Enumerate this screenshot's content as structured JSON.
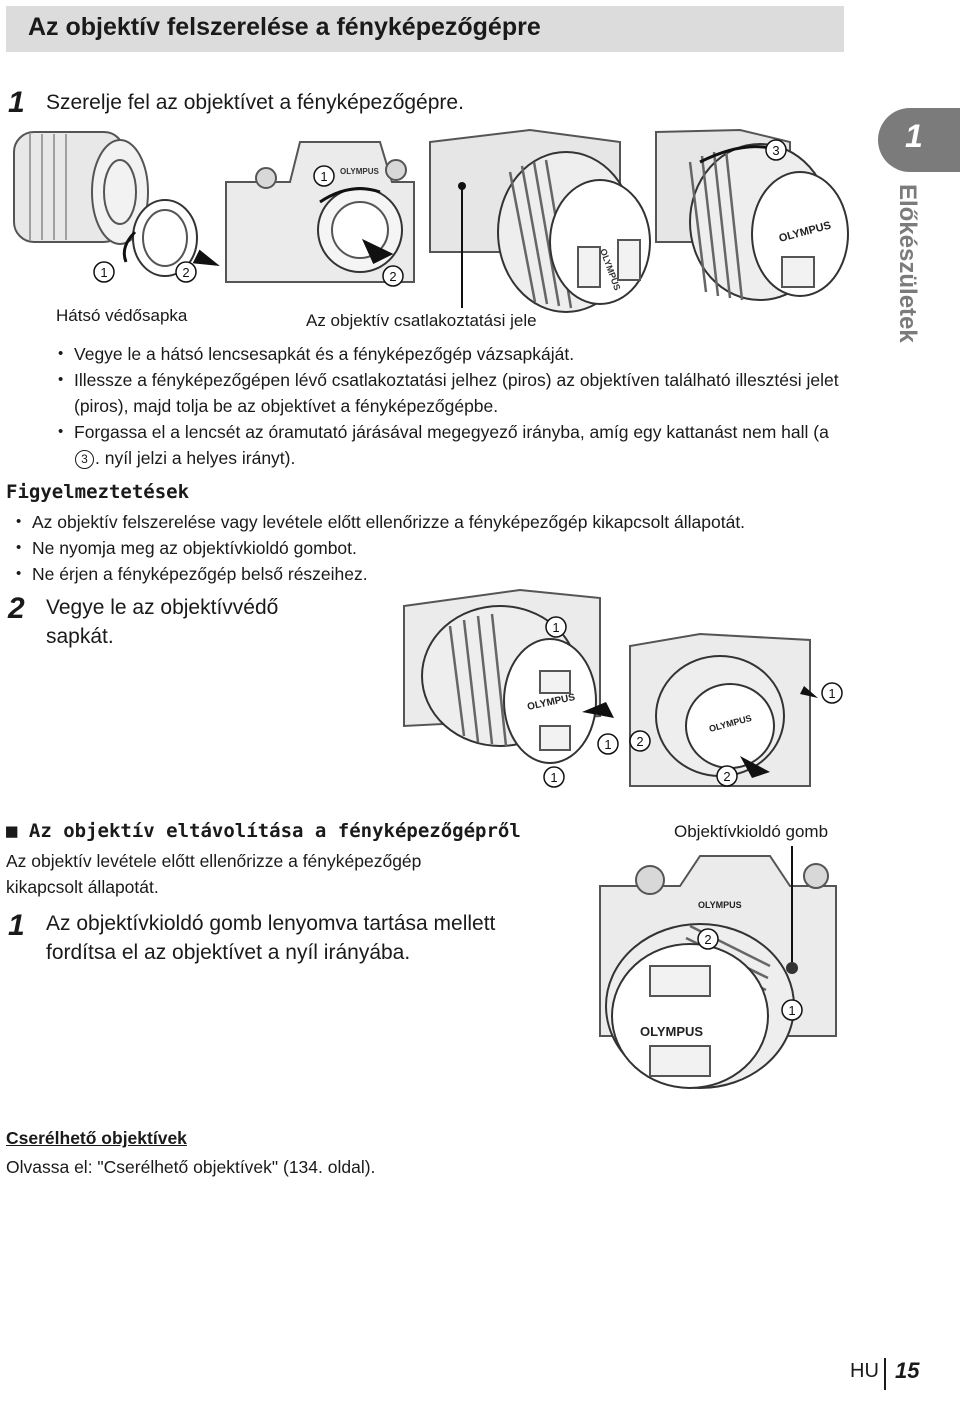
{
  "page_title": "Az objektív felszerelése a fényképezőgépre",
  "step1": {
    "number": "1",
    "text": "Szerelje fel az objektívet a fényképezőgépre.",
    "label_rear_cap": "Hátsó védősapka",
    "label_mount_mark": "Az objektív csatlakoztatási jele",
    "bullets": [
      "Vegye le a hátsó lencsesapkát és a fényképezőgép vázsapkáját.",
      "Illessze a fényképezőgépen lévő csatlakoztatási jelhez (piros) az objektíven található illesztési jelet (piros), majd tolja be az objektívet a fényképezőgépbe."
    ],
    "bullet3_a": "Forgassa el a lencsét az óramutató járásával megegyező irányba, amíg egy kattanást nem hall (a",
    "bullet3_circle": "3",
    "bullet3_b": ". nyíl jelzi a helyes irányt)."
  },
  "caution": {
    "heading": "Figyelmeztetések",
    "bullets": [
      "Az objektív felszerelése vagy levétele előtt ellenőrizze a fényképezőgép kikapcsolt állapotát.",
      "Ne nyomja meg az objektívkioldó gombot.",
      "Ne érjen a fényképezőgép belső részeihez."
    ]
  },
  "step2": {
    "number": "2",
    "line1": "Vegye le az objektívvédő",
    "line2": "sapkát."
  },
  "removal": {
    "square": "■",
    "heading": "Az objektív eltávolítása a fényképezőgépről",
    "intro_line1": "Az objektív levétele előtt ellenőrizze a fényképezőgép",
    "intro_line2": "kikapcsolt állapotát.",
    "step_number": "1",
    "step_line1": "Az objektívkioldó gomb lenyomva tartása mellett",
    "step_line2": "fordítsa el az objektívet a nyíl irányába.",
    "label_release_button": "Objektívkioldó gomb"
  },
  "note": {
    "heading": "Cserélhető objektívek",
    "text": "Olvassa el: \"Cserélhető objektívek\" (134. oldal)."
  },
  "side_tab": {
    "number": "1",
    "label": "Előkészületek"
  },
  "footer": {
    "lang": "HU",
    "page": "15"
  },
  "illustration": {
    "brand": "OLYMPUS",
    "markers": [
      "1",
      "2",
      "1",
      "2",
      "3",
      "1",
      "1",
      "2",
      "1",
      "1",
      "2",
      "2",
      "1"
    ]
  }
}
